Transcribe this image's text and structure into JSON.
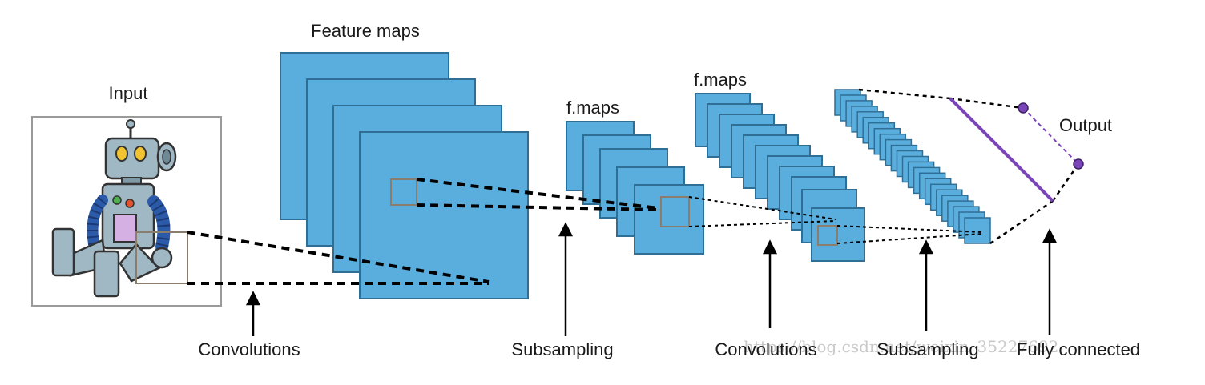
{
  "diagram": {
    "labels": {
      "input": "Input",
      "feature_maps": "Feature maps",
      "fmaps_1": "f.maps",
      "fmaps_2": "f.maps",
      "output": "Output"
    },
    "stages": [
      "Convolutions",
      "Subsampling",
      "Convolutions",
      "Subsampling",
      "Fully connected"
    ],
    "watermark": "https://blog.csdn.net/weixin_35227692",
    "colors": {
      "map_fill": "#5aaedd",
      "map_stroke": "#2f6f96",
      "receptive_field": "#8a7d6e",
      "output_accent": "#7a45b8",
      "dashed_line": "#000000",
      "frame": "#9a9a9a"
    },
    "icons": [
      "robot-input-image"
    ]
  }
}
